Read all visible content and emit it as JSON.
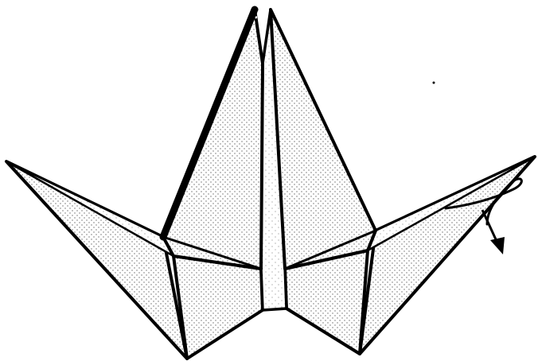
{
  "diagram": {
    "kind": "origami-folding-step",
    "subject": "crane",
    "instruction_marks": [
      "fold-arrow"
    ],
    "colors": {
      "ink": "#000000",
      "paper": "#ffffff",
      "shade": "#6e6e6e"
    }
  }
}
